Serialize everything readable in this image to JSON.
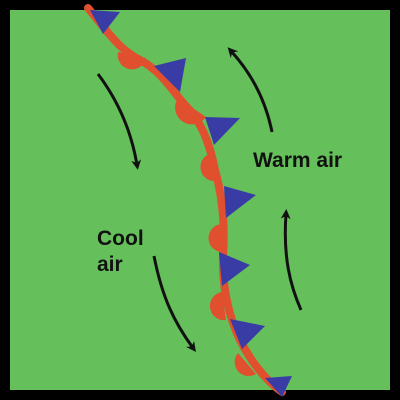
{
  "colors": {
    "border": "#000000",
    "background": "#65bf5a",
    "front_line": "#e0502f",
    "warm_semicircle": "#e0502f",
    "cold_triangle": "#3a3ca6",
    "arrow": "#111111"
  },
  "front": {
    "type": "stationary-front",
    "symbols": [
      "cold-front-triangles",
      "warm-front-semicircles"
    ]
  },
  "labels": {
    "warm_air": "Warm air",
    "cool_air_line1": "Cool",
    "cool_air_line2": "air"
  },
  "arrows": {
    "warm_side": "upward",
    "cool_side": "downward"
  }
}
